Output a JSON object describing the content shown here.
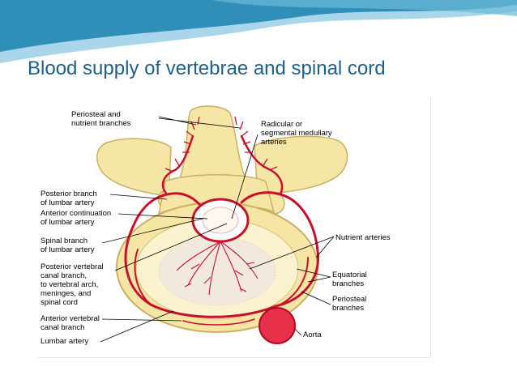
{
  "slide": {
    "title": "Blood supply of vertebrae and spinal cord",
    "title_color": "#1f5f87"
  },
  "theme": {
    "wave_dark": "#2f8fb8",
    "wave_light": "#a9d6ea",
    "bone": "#f6e6a6",
    "bone_edge": "#c9b063",
    "artery": "#c8102e",
    "aorta": "#e8304a"
  },
  "labels": {
    "periosteal_nutrient": [
      "Periosteal and",
      "nutrient branches"
    ],
    "radicular": [
      "Radicular or",
      "segmental medullary",
      "arteries"
    ],
    "posterior_branch": [
      "Posterior branch",
      "of lumbar artery"
    ],
    "anterior_continuation": [
      "Anterior continuation",
      "of lumbar artery"
    ],
    "spinal_branch": [
      "Spinal branch",
      "of lumbar artery"
    ],
    "posterior_vertebral_canal": [
      "Posterior vertebral",
      "canal branch,",
      "to vertebral arch,",
      "meninges, and",
      "spinal cord"
    ],
    "anterior_vertebral_canal": [
      "Anterior vertebral",
      "canal branch"
    ],
    "lumbar_artery": [
      "Lumbar artery"
    ],
    "nutrient_arteries": [
      "Nutrient arteries"
    ],
    "equatorial": [
      "Equatorial",
      "branches"
    ],
    "periosteal": [
      "Periosteal",
      "branches"
    ],
    "aorta": [
      "Aorta"
    ]
  }
}
